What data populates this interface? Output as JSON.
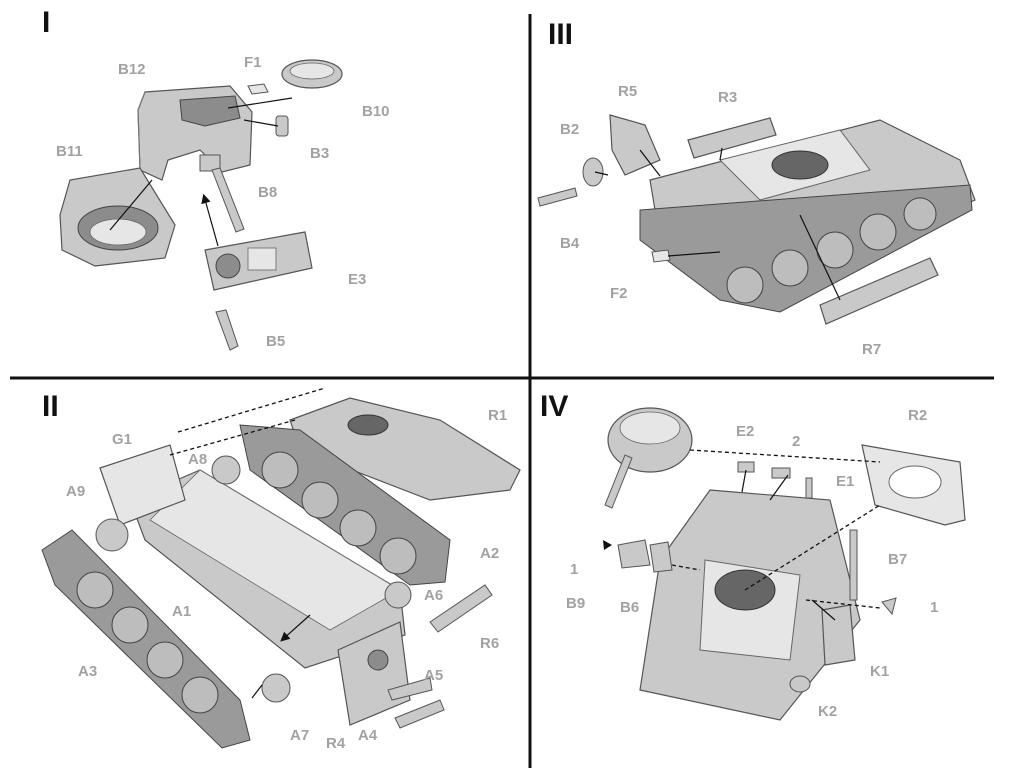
{
  "steps": [
    "I",
    "II",
    "III",
    "IV"
  ],
  "colors": {
    "divider": "#111111",
    "label": "#a2a2a2",
    "part_fill": "#c9c9c9",
    "part_dark": "#8c8c8c",
    "part_light": "#e6e6e6"
  },
  "panel_I": {
    "labels": [
      "F1",
      "B12",
      "B10",
      "B11",
      "B3",
      "B8",
      "E3",
      "B5"
    ]
  },
  "panel_II": {
    "labels": [
      "G1",
      "A8",
      "R1",
      "A9",
      "A2",
      "A6",
      "A1",
      "R6",
      "A3",
      "A5",
      "A7",
      "R4",
      "A4"
    ]
  },
  "panel_III": {
    "labels": [
      "R5",
      "R3",
      "B2",
      "B4",
      "F2",
      "R7"
    ]
  },
  "panel_IV": {
    "labels": [
      "E2",
      "2",
      "R2",
      "E1",
      "B7",
      "1",
      "B9",
      "B6",
      "1",
      "K1",
      "K2"
    ]
  }
}
